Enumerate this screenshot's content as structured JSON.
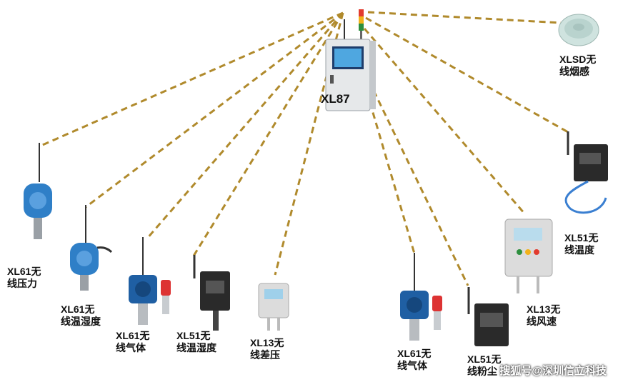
{
  "colors": {
    "link": "#b08a2c",
    "sensor_blue": "#2f7fc7",
    "panel_dark": "#2a2a2a",
    "box_gray": "#d8d8d8",
    "steel": "#9aa0a6"
  },
  "hub": {
    "label": "XL87",
    "icon": "control-cabinet-icon"
  },
  "devices": [
    {
      "id": "xl61-pressure",
      "line1": "XL61无",
      "line2": "线压力",
      "icon": "gas-transmitter-icon"
    },
    {
      "id": "xl61-temp-humidity",
      "line1": "XL61无",
      "line2": "线温湿度",
      "icon": "gas-transmitter-icon"
    },
    {
      "id": "xl61-gas-a",
      "line1": "XL61无",
      "line2": "线气体",
      "icon": "gas-detector-icon"
    },
    {
      "id": "xl51-temp-humidity",
      "line1": "XL51无",
      "line2": "线温湿度",
      "icon": "wireless-terminal-icon"
    },
    {
      "id": "xl13-diff-pressure",
      "line1": "XL13无",
      "line2": "线差压",
      "icon": "pressure-box-icon"
    },
    {
      "id": "xl61-gas-b",
      "line1": "XL61无",
      "line2": "线气体",
      "icon": "gas-detector-icon"
    },
    {
      "id": "xl51-dust",
      "line1": "XL51无",
      "line2": "线粉尘",
      "icon": "wireless-terminal-icon"
    },
    {
      "id": "xl13-wind-speed",
      "line1": "XL13无",
      "line2": "线风速",
      "icon": "pressure-box-icon"
    },
    {
      "id": "xl51-temperature",
      "line1": "XL51无",
      "line2": "线温度",
      "icon": "wireless-terminal-icon"
    },
    {
      "id": "xlsd-smoke",
      "line1": "XLSD无",
      "line2": "线烟感",
      "icon": "smoke-detector-icon"
    }
  ],
  "watermark": "搜狐号@深圳信立科技"
}
